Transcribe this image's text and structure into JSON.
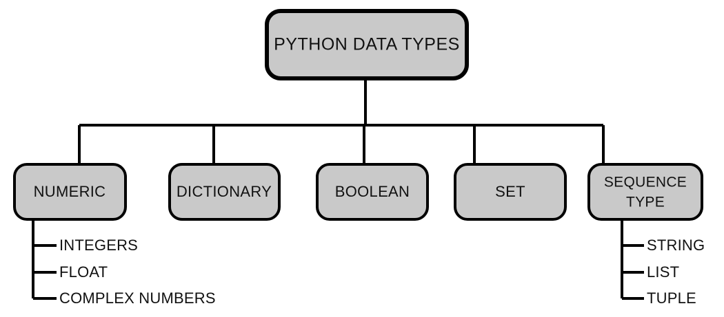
{
  "diagram": {
    "title": "PYTHON DATA TYPES",
    "colors": {
      "node_fill": "#c9c9c9",
      "node_border": "#000000",
      "text": "#111111",
      "background": "#ffffff"
    },
    "root": {
      "label": "PYTHON DATA TYPES"
    },
    "children": [
      {
        "id": "numeric",
        "label": "NUMERIC",
        "label_lines": [
          "NUMERIC"
        ],
        "leaves": [
          "INTEGERS",
          "FLOAT",
          "COMPLEX NUMBERS"
        ]
      },
      {
        "id": "dictionary",
        "label": "DICTIONARY",
        "label_lines": [
          "DICTIONARY"
        ],
        "leaves": []
      },
      {
        "id": "boolean",
        "label": "BOOLEAN",
        "label_lines": [
          "BOOLEAN"
        ],
        "leaves": []
      },
      {
        "id": "set",
        "label": "SET",
        "label_lines": [
          "SET"
        ],
        "leaves": []
      },
      {
        "id": "sequence-type",
        "label": "SEQUENCE TYPE",
        "label_lines": [
          "SEQUENCE",
          "TYPE"
        ],
        "leaves": [
          "STRING",
          "LIST",
          "TUPLE"
        ]
      }
    ],
    "numeric_leaves": [
      "INTEGERS",
      "FLOAT",
      "COMPLEX NUMBERS"
    ],
    "sequence_leaves": [
      "STRING",
      "LIST",
      "TUPLE"
    ]
  }
}
